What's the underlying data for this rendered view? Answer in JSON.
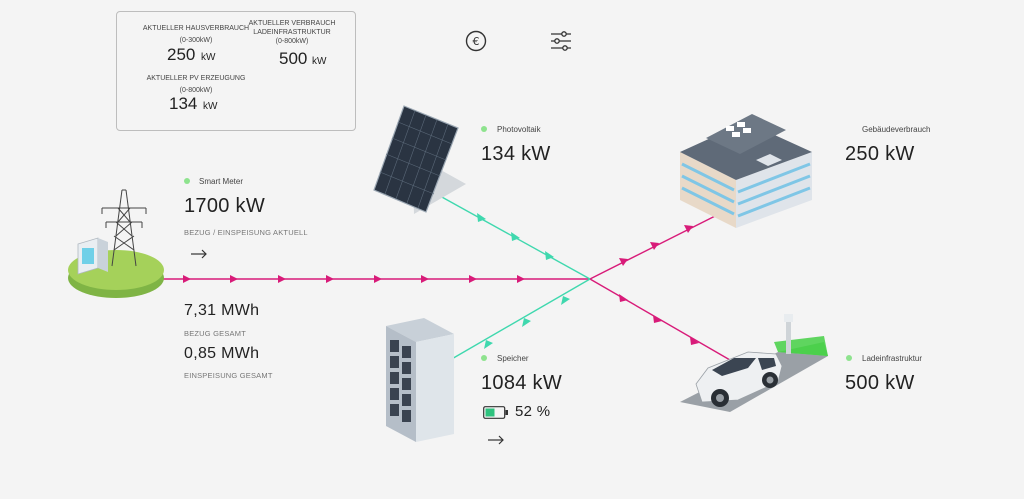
{
  "summary": {
    "haus_caption": "AKTUELLER HAUSVERBRAUCH",
    "haus_range": "(0-300kW)",
    "haus_value": "250",
    "haus_unit": "kW",
    "lade_caption_1": "AKTUELLER VERBRAUCH",
    "lade_caption_2": "LADEINFRASTRUKTUR",
    "lade_range": "(0-800kW)",
    "lade_value": "500",
    "lade_unit": "kW",
    "pv_caption": "AKTUELLER PV ERZEUGUNG",
    "pv_range": "(0-800kW)",
    "pv_value": "134",
    "pv_unit": "kW"
  },
  "toolbar": {
    "currency_icon": "euro-icon",
    "settings_icon": "sliders-icon",
    "currency_glyph": "€"
  },
  "smart_meter": {
    "label": "Smart Meter",
    "value": "1700 kW",
    "sub": "BEZUG / EINSPEISUNG AKTUELL",
    "bezug_value": "7,31 MWh",
    "bezug_label": "BEZUG GESAMT",
    "einspeisung_value": "0,85 MWh",
    "einspeisung_label": "EINSPEISUNG GESAMT"
  },
  "pv": {
    "label": "Photovoltaik",
    "value": "134 kW"
  },
  "gebaeude": {
    "label": "Gebäudeverbrauch",
    "value": "250 kW"
  },
  "speicher": {
    "label": "Speicher",
    "value": "1084 kW",
    "soc": "52 %",
    "soc_fraction": 0.52
  },
  "lade": {
    "label": "Ladeinfrastruktur",
    "value": "500 kW"
  },
  "colors": {
    "flow_pink": "#d81b79",
    "flow_teal": "#3fd8ae",
    "status_green": "#8ee38e",
    "battery_green": "#2ec27e"
  }
}
